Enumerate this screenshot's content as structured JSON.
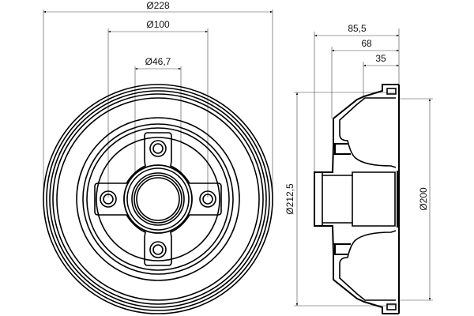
{
  "drawing": {
    "subject": "brake drum",
    "front_view": {
      "dimensions": {
        "outer_diameter": "Ø228",
        "pcd": "Ø100",
        "center_bore": "Ø46,7"
      },
      "bolt_holes": 4
    },
    "side_view": {
      "dimensions": {
        "total_height": "85,5",
        "drum_depth": "68",
        "hub_height": "35",
        "outer_flange_diameter": "Ø212,5",
        "braking_diameter": "Ø200"
      }
    }
  }
}
